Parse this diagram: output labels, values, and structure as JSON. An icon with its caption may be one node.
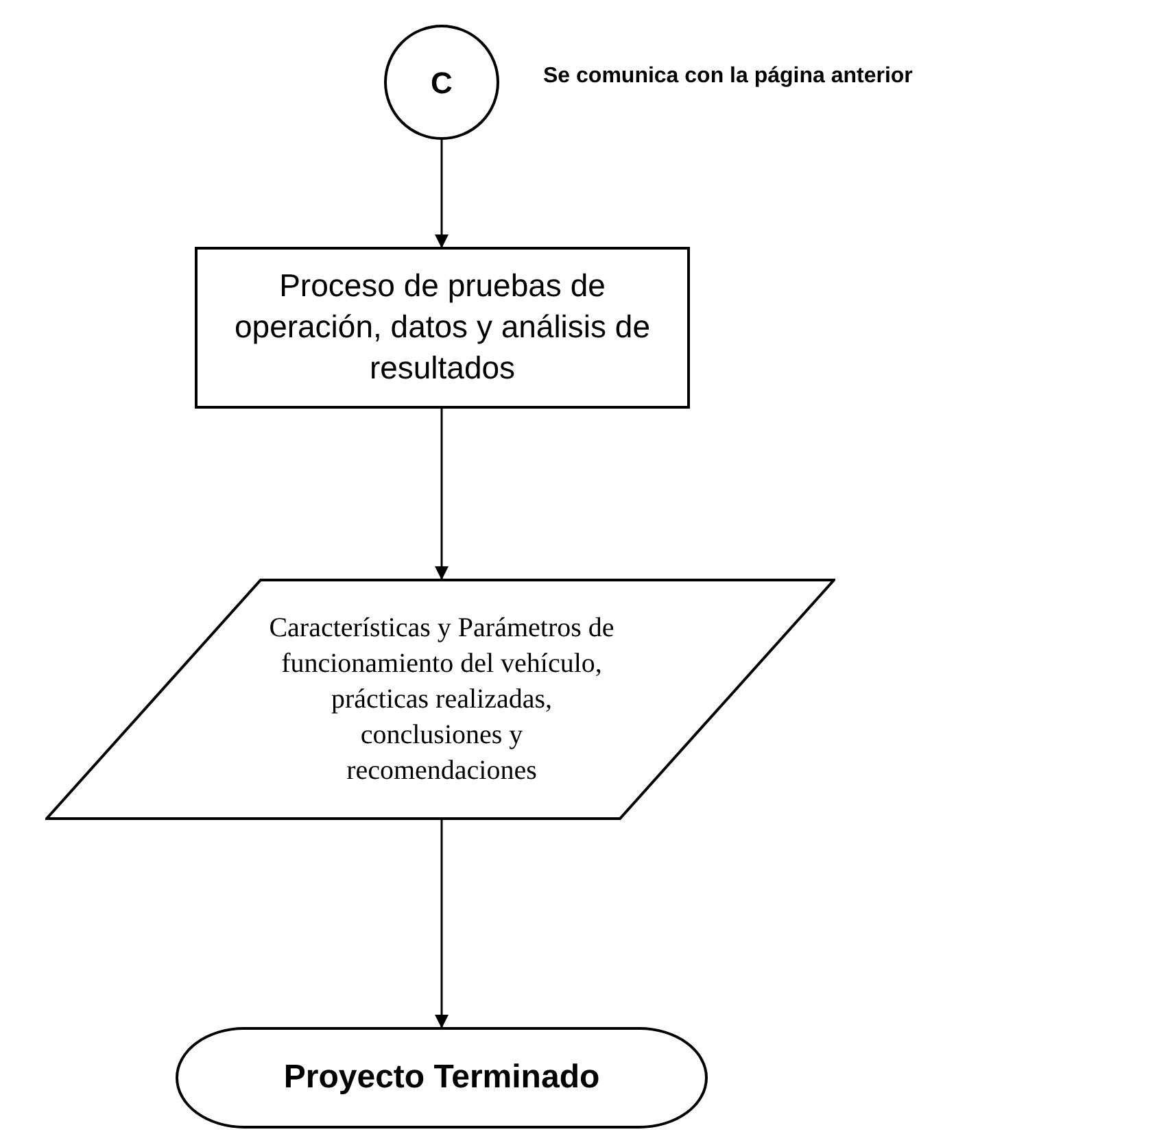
{
  "diagram": {
    "nodes": [
      {
        "text": [
          "C"
        ],
        "beside": [
          "Se comunica con la página anterior"
        ]
      },
      {
        "text": [
          "Proceso  de pruebas de operación, datos y análisis de resultados"
        ]
      },
      {
        "text": [
          "Características y Parámetros de funcionamiento del vehículo, prácticas realizadas, conclusiones y recomendaciones"
        ]
      },
      {
        "text": [
          "Proyecto Terminado"
        ]
      }
    ],
    "edges": [
      {
        "from": 0,
        "to": 1,
        "arrow": "to"
      },
      {
        "from": 1,
        "to": 2,
        "arrow": "to"
      },
      {
        "from": 2,
        "to": 3,
        "arrow": "to"
      }
    ]
  }
}
